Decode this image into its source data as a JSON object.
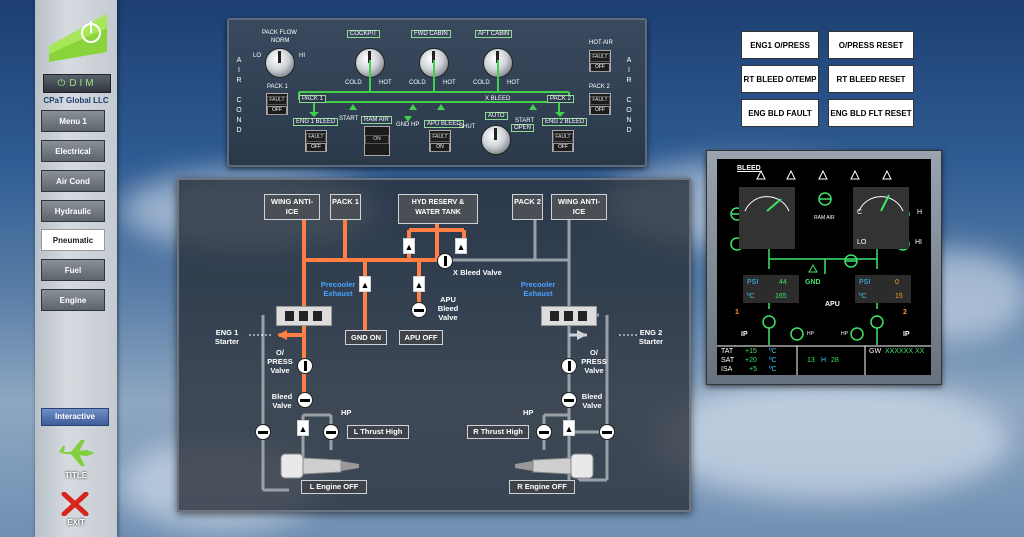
{
  "sidebar": {
    "dim_label": "DIM",
    "company": "CPaT Global LLC",
    "menu": [
      {
        "label": "Menu 1",
        "active": false
      },
      {
        "label": "Electrical",
        "active": false
      },
      {
        "label": "Air Cond",
        "active": false
      },
      {
        "label": "Hydraulic",
        "active": false
      },
      {
        "label": "Pneumatic",
        "active": true
      },
      {
        "label": "Fuel",
        "active": false
      },
      {
        "label": "Engine",
        "active": false
      }
    ],
    "interactive_label": "Interactive",
    "title_label": "TITLE",
    "exit_label": "EXIT"
  },
  "overhead": {
    "side_left": "AIR COND",
    "side_right": "AIR COND",
    "pack_flow": "PACK FLOW",
    "norm": "NORM",
    "lo": "LO",
    "hi": "HI",
    "cockpit": "COCKPIT",
    "fwd_cabin": "FWD CABIN",
    "aft_cabin": "AFT CABIN",
    "cold": "COLD",
    "hot": "HOT",
    "hot_air": "HOT AIR",
    "fault": "FAULT",
    "off": "OFF",
    "on": "ON",
    "pack1": "PACK 1",
    "pack2": "PACK 2",
    "x_bleed": "X BLEED",
    "eng1_bleed": "ENG 1 BLEED",
    "eng2_bleed": "ENG 2 BLEED",
    "start": "START",
    "ram_air": "RAM AIR",
    "gnd_hp": "GND HP",
    "apu_bleed": "APU BLEED",
    "shut": "SHUT",
    "auto": "AUTO",
    "open": "OPEN"
  },
  "fault_buttons": [
    "ENG1 O/PRESS",
    "O/PRESS RESET",
    "RT BLEED O/TEMP",
    "RT BLEED RESET",
    "ENG BLD FAULT",
    "ENG BLD FLT RESET"
  ],
  "schematic": {
    "wing_anti_ice": "WING ANTI-ICE",
    "pack1": "PACK 1",
    "pack2": "PACK 2",
    "hyd_reserv": "HYD RESERV & WATER TANK",
    "x_bleed_valve": "X Bleed Valve",
    "precooler_exhaust": "Precooler Exhaust",
    "apu_bleed_valve": "APU Bleed Valve",
    "gnd_on": "GND ON",
    "apu_off": "APU OFF",
    "eng1_starter": "ENG 1 Starter",
    "eng2_starter": "ENG 2 Starter",
    "o_press_valve": "O/ PRESS Valve",
    "bleed_valve": "Bleed Valve",
    "hp": "HP",
    "l_thrust": "L Thrust High",
    "r_thrust": "R Thrust High",
    "l_engine": "L Engine OFF",
    "r_engine": "R Engine OFF",
    "duct_color": "#ff7f45"
  },
  "ecam": {
    "title": "BLEED",
    "ram_air": "RAM AIR",
    "c": "C",
    "h": "H",
    "lo": "LO",
    "hi": "HI",
    "psi": "PSI",
    "deg_c": "ºC",
    "left_psi": "44",
    "left_temp": "165",
    "right_psi": "0",
    "right_temp": "15",
    "gnd": "GND",
    "apu": "APU",
    "eng1": "1",
    "eng2": "2",
    "ip": "IP",
    "hp": "HP",
    "tat_label": "TAT",
    "tat_value": "+15",
    "sat_label": "SAT",
    "sat_value": "+20",
    "isa_label": "ISA",
    "isa_value": "+5",
    "time_h": "13",
    "time_hlabel": "H",
    "time_m": "28",
    "gw_label": "GW",
    "gw_value": "XXXXXX XX"
  }
}
